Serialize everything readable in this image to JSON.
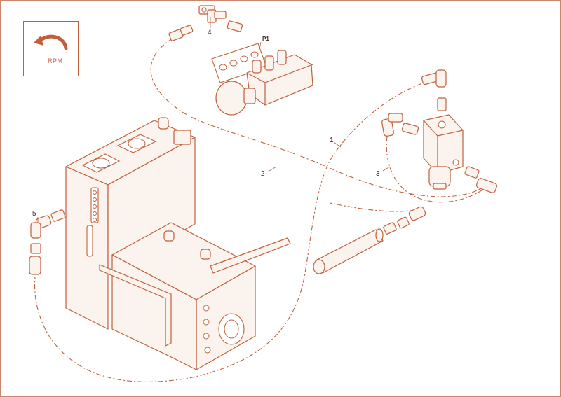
{
  "rpm_panel": {
    "label": "RPM",
    "icon": "curved-arrow-icon"
  },
  "callouts": {
    "c1": "1",
    "c2": "2",
    "c3": "3",
    "c4": "4",
    "c5": "5",
    "p1": "P1"
  },
  "colors": {
    "line": "#c0603a",
    "frame": "#c9866a",
    "fill": "#fbf3ee"
  }
}
